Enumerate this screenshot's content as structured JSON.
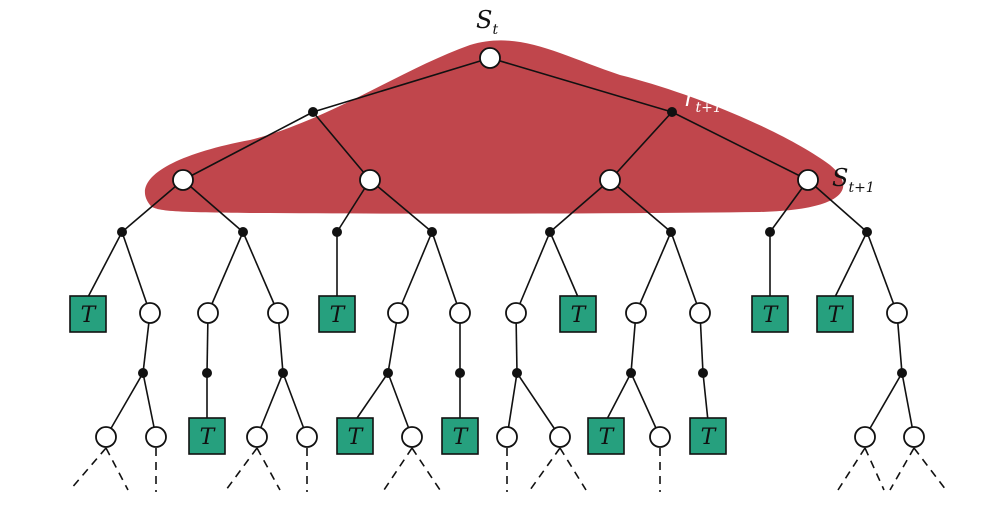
{
  "labels": {
    "root": {
      "main": "S",
      "sub": "t"
    },
    "reward": {
      "main": "r",
      "sub": "t+1"
    },
    "next_state": {
      "main": "S",
      "sub": "t+1"
    },
    "terminal": "T"
  },
  "colors": {
    "backup_region": "#c0464c",
    "terminal_fill": "#26a07e",
    "node_stroke": "#111111"
  }
}
